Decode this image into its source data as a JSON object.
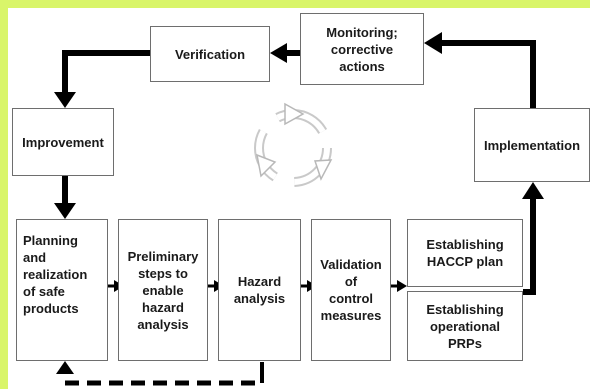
{
  "boxes": {
    "verification": "Verification",
    "monitoring": "Monitoring;\ncorrective\nactions",
    "improvement": "Improvement",
    "implementation": "Implementation",
    "planning": "Planning\nand\nrealization\nof safe\nproducts",
    "preliminary": "Preliminary\nsteps to\nenable\nhazard\nanalysis",
    "hazard": "Hazard\nanalysis",
    "validation": "Validation\nof\ncontrol\nmeasures",
    "haccp": "Establishing\nHACCP plan",
    "prps": "Establishing\noperational\nPRPs"
  },
  "icons": {
    "cycle": "recycle-cycle-icon"
  },
  "colors": {
    "background": "#d9f56a",
    "line": "#000000",
    "box_border": "#6e6e6e"
  }
}
